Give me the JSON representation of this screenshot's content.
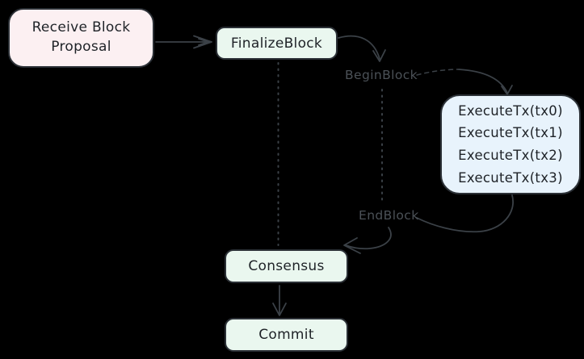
{
  "diagram": {
    "background_color": "#000000",
    "connector_color": "#3b4147",
    "nodes": {
      "receive_proposal": {
        "lines": [
          "Receive Block",
          "Proposal"
        ],
        "fill": "#fcf0f2",
        "text_color": "#1e2227"
      },
      "finalize_block": {
        "label": "FinalizeBlock",
        "fill": "#eaf7ef"
      },
      "execute_tx": {
        "lines": [
          "ExecuteTx(tx0)",
          "ExecuteTx(tx1)",
          "ExecuteTx(tx2)",
          "ExecuteTx(tx3)"
        ],
        "fill": "#e8f3fc"
      },
      "consensus": {
        "label": "Consensus",
        "fill": "#eaf7ef"
      },
      "commit": {
        "label": "Commit",
        "fill": "#eaf7ef"
      }
    },
    "labels": {
      "begin_block": {
        "text": "BeginBlock",
        "color": "#4b5157"
      },
      "end_block": {
        "text": "EndBlock",
        "color": "#4b5157"
      }
    }
  }
}
